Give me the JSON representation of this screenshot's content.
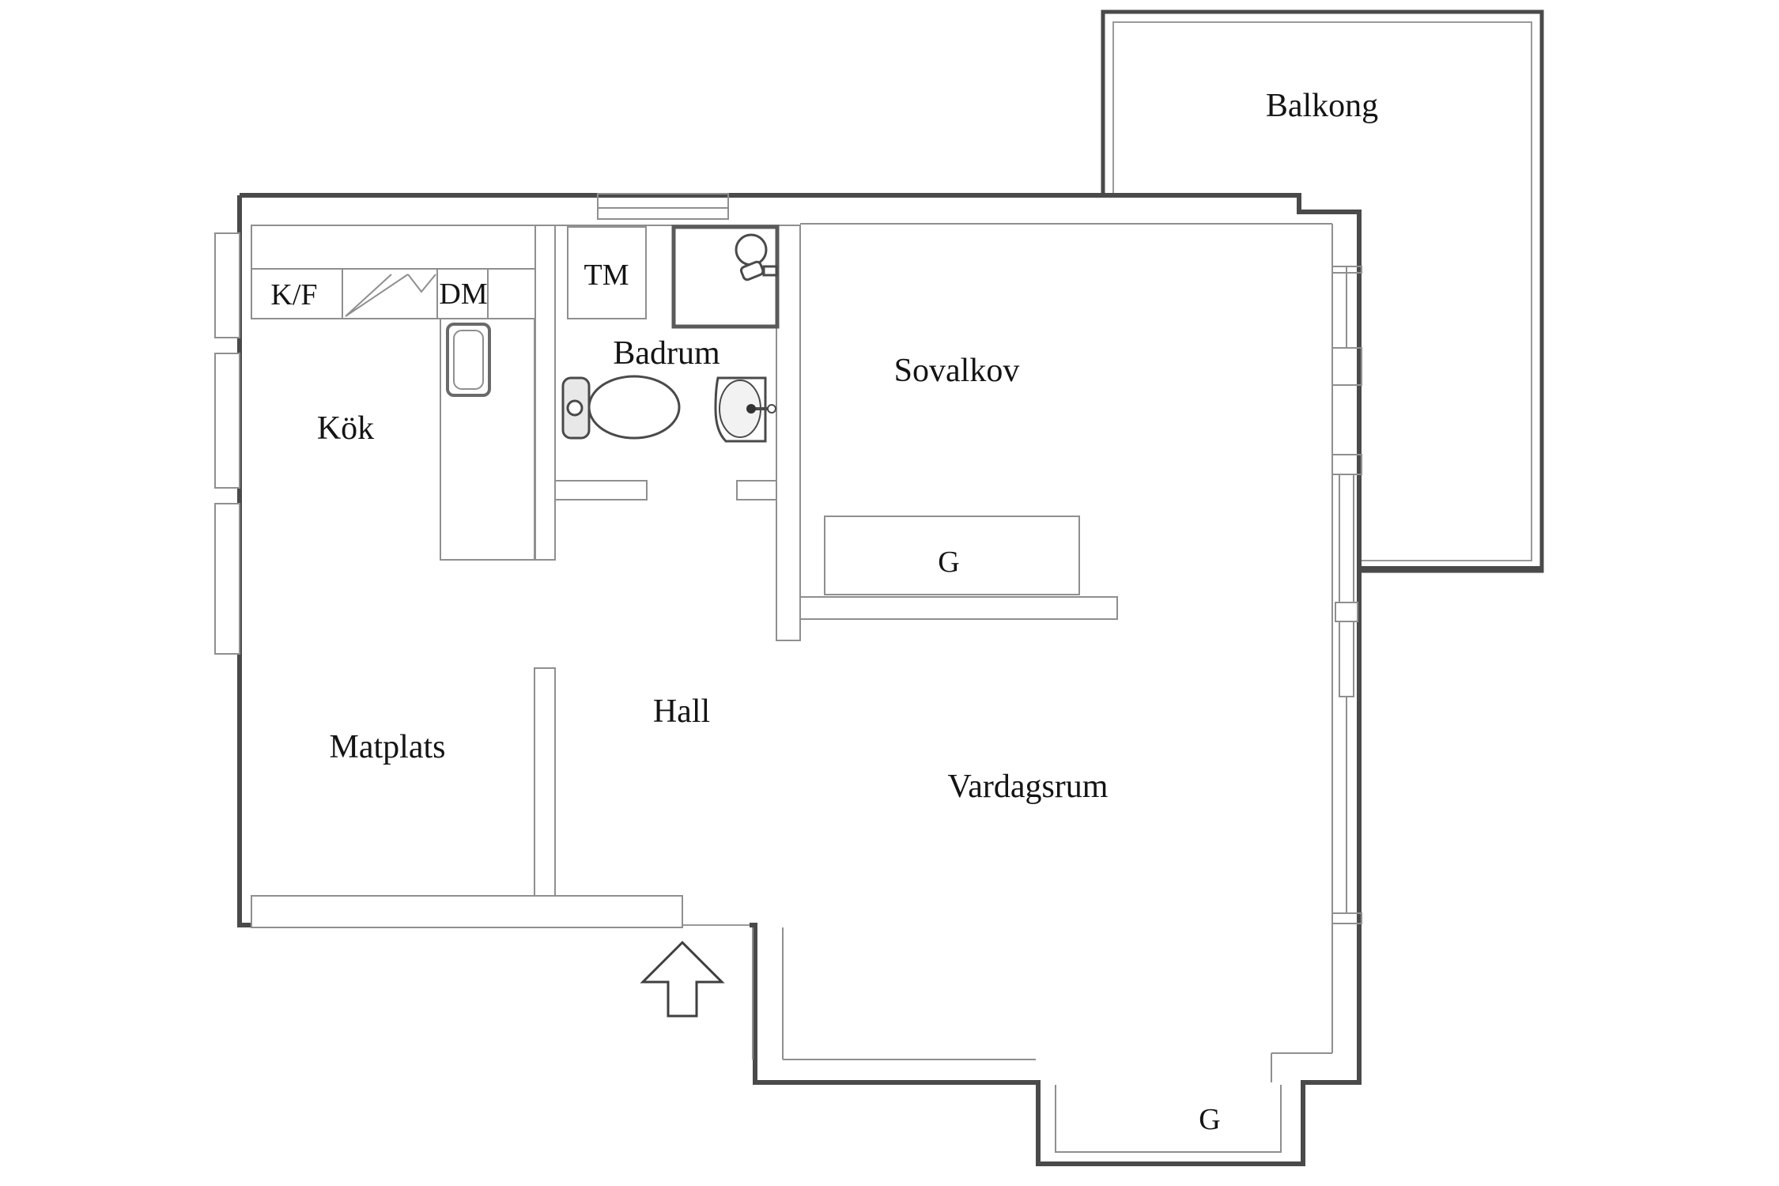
{
  "plan": {
    "type": "apartment-floorplan",
    "rooms": {
      "balkong": {
        "label": "Balkong"
      },
      "sovalkov": {
        "label": "Sovalkov"
      },
      "kok": {
        "label": "Kök"
      },
      "matplats": {
        "label": "Matplats"
      },
      "hall": {
        "label": "Hall"
      },
      "badrum": {
        "label": "Badrum"
      },
      "vardagsrum": {
        "label": "Vardagsrum"
      }
    },
    "fixtures": {
      "fridge_freezer": {
        "label": "K/F"
      },
      "dishwasher": {
        "label": "DM"
      },
      "washing_machine": {
        "label": "TM"
      },
      "wardrobe_sovalkov": {
        "label": "G"
      },
      "wardrobe_entre": {
        "label": "G"
      }
    },
    "colors": {
      "wall_dark": "#4a4a4a",
      "wall_light": "#8f8f8f",
      "text": "#141414",
      "background": "#ffffff"
    }
  }
}
